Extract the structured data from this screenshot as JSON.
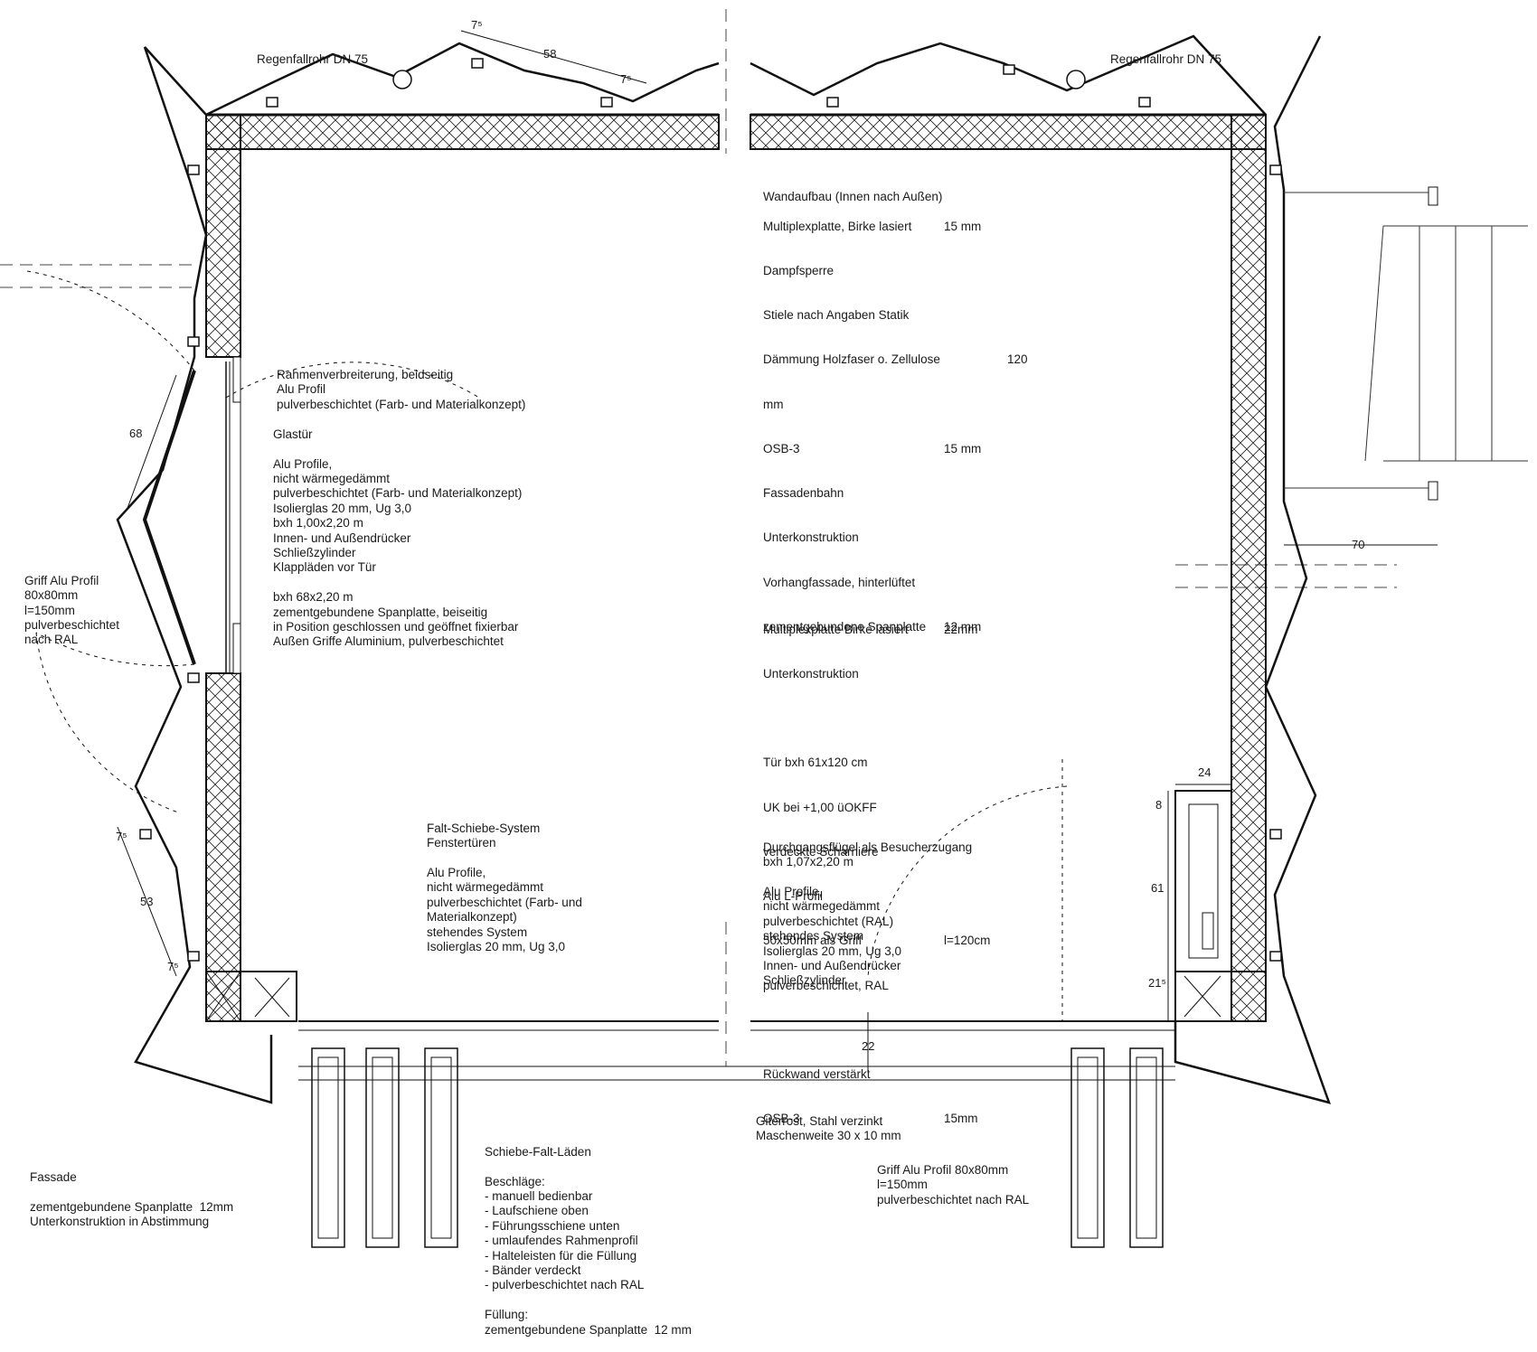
{
  "labels": {
    "downpipe_left": "Regenfallrohr DN 75",
    "downpipe_right": "Regenfallrohr DN 75"
  },
  "dimensions": {
    "d7_5_a": "7⁵",
    "d58": "58",
    "d7_5_b": "7⁵",
    "d68": "68",
    "d7_5_c": "7⁵",
    "d53": "53",
    "d7_5_d": "7⁵",
    "d70": "70",
    "d24": "24",
    "d8": "8",
    "d61": "61",
    "d21_5": "21⁵",
    "d22": "22"
  },
  "notes": {
    "rahmen": [
      "Rahmenverbreiterung, beidseitig",
      "Alu Profil",
      "pulverbeschichtet (Farb- und Materialkonzept)"
    ],
    "glastuer": [
      "Glastür",
      "",
      "Alu Profile,",
      "nicht wärmegedämmt",
      "pulverbeschichtet (Farb- und Materialkonzept)",
      "Isolierglas 20 mm, Ug 3,0",
      "bxh 1,00x2,20 m",
      "Innen- und Außendrücker",
      "Schließzylinder",
      "Klappläden vor Tür",
      "",
      "bxh 68x2,20 m",
      "zementgebundene Spanplatte, beiseitig",
      "in Position geschlossen und geöffnet fixierbar",
      "Außen Griffe Aluminium, pulverbeschichtet"
    ],
    "griff_left": [
      "Griff Alu Profil",
      "80x80mm",
      "l=150mm",
      "pulverbeschichtet",
      "nach RAL"
    ],
    "wandaufbau_title": "Wandaufbau (Innen nach Außen)",
    "wandaufbau_rows": [
      {
        "text": "Multiplexplatte, Birke lasiert",
        "value": "15 mm"
      },
      {
        "text": "Dampfsperre",
        "value": ""
      },
      {
        "text": "Stiele nach Angaben Statik",
        "value": ""
      },
      {
        "text": "Dämmung Holzfaser o. Zellulose",
        "value": "120"
      },
      {
        "text": "mm",
        "value": ""
      },
      {
        "text": "OSB-3",
        "value": "15 mm"
      },
      {
        "text": "Fassadenbahn",
        "value": ""
      },
      {
        "text": "Unterkonstruktion",
        "value": ""
      },
      {
        "text": "Vorhangfassade, hinterlüftet",
        "value": ""
      },
      {
        "text": "zementgebundene Spanplatte",
        "value": "12 mm"
      }
    ],
    "multiplex_rows": [
      {
        "text": "Multiplexplatte Birke lasiert",
        "value": "22mm"
      },
      {
        "text": "Unterkonstruktion",
        "value": ""
      },
      {
        "text": "",
        "value": ""
      },
      {
        "text": "Tür bxh 61x120 cm",
        "value": ""
      },
      {
        "text": "UK bei +1,00 üOKFF",
        "value": ""
      },
      {
        "text": "verdeckte Scharniere",
        "value": ""
      },
      {
        "text": "Alu L-Profil",
        "value": ""
      },
      {
        "text": "50x50mm als Griff",
        "value": "l=120cm"
      },
      {
        "text": "pulverbeschichtet, RAL",
        "value": ""
      },
      {
        "text": "",
        "value": ""
      },
      {
        "text": "Rückwand verstärkt",
        "value": ""
      },
      {
        "text": "OSB-3",
        "value": "15mm"
      }
    ],
    "falt": [
      "Falt-Schiebe-System",
      "Fenstertüren",
      "",
      "Alu Profile,",
      "nicht wärmegedämmt",
      "pulverbeschichtet (Farb- und",
      "Materialkonzept)",
      "stehendes System",
      "Isolierglas 20 mm, Ug 3,0"
    ],
    "durchgang": [
      "Durchgangsflügel als Besucherzugang",
      "bxh 1,07x2,20 m",
      "",
      "Alu Profile,",
      "nicht wärmegedämmt",
      "pulverbeschichtet (RAL)",
      "stehendes System",
      "Isolierglas 20 mm, Ug 3,0",
      "Innen- und Außendrücker",
      "Schließzylinder"
    ],
    "giterrost": [
      "Giterrost, Stahl verzinkt",
      "Maschenweite 30 x 10 mm"
    ],
    "griff_right": [
      "Griff Alu Profil 80x80mm",
      "l=150mm",
      "pulverbeschichtet nach RAL"
    ],
    "fassade": [
      "Fassade",
      "",
      "zementgebundene Spanplatte  12mm",
      "Unterkonstruktion in Abstimmung"
    ],
    "schiebe": [
      "Schiebe-Falt-Läden",
      "",
      "Beschläge:",
      "- manuell bedienbar",
      "- Laufschiene oben",
      "- Führungsschiene unten",
      "- umlaufendes Rahmenprofil",
      "- Halteleisten für die Füllung",
      "- Bänder verdeckt",
      "- pulverbeschichtet nach RAL",
      "",
      "Füllung:",
      "zementgebundene Spanplatte  12 mm"
    ]
  }
}
